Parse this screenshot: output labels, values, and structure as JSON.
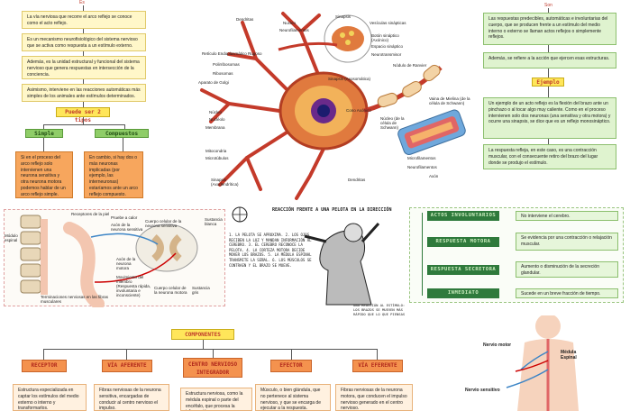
{
  "left": {
    "top_label": "Es",
    "box1": "La vía nerviosa que recorre el arco reflejo se conoce como el acto reflejo.",
    "box2": "Es un mecanismo neurofisiológico del sistema nervioso que se activa como respuesta a un estímulo externo.",
    "box3": "Además, es la unidad estructural y funcional del sistema nervioso que genera respuestas en intersección de la conciencia.",
    "box4": "Asimismo, interviene en las reacciones automáticas más simples de los animales ante estímulos determinados.",
    "types_tag": "Puede ser 2 tipos",
    "simple_tag": "Simple",
    "compuestos_tag": "Compuestos",
    "simple_text": "Si en el proceso del arco reflejo solo intervienen una neurona sensitiva y otra neurona motora podemos hablar de un arco reflejo simple.",
    "compuestos_text": "En cambio, si hay dos o más neuronas implicadas (por ejemplo, las interneuronas) estaríamos ante un arco reflejo compuesto."
  },
  "right": {
    "top_label": "Son",
    "box1": "Las respuestas predecibles, automáticas e involuntarias del cuerpo, que se producen frente a un estímulo del medio interno o externo se llaman actos reflejos o simplemente reflejos.",
    "box2": "Además, se refiere a la acción que ejercen esas estructuras.",
    "ejemplo_tag": "Ejemplo",
    "box3": "Un ejemplo de un acto reflejo es la flexión del brazo ante un pinchazo o al tocar algo muy caliente. Como en el proceso intervienen solo dos neuronas (una sensitiva y otra motora) y ocurre una sinapsis, se dice que es un reflejo monosináptico.",
    "box4": "La respuesta refleja, en este caso, es una contracción muscular, con el consecuente retiro del brazo del lugar donde se produjo el estímulo.",
    "rows": [
      {
        "tag": "ACTOS INVOLUNTARIOS",
        "text": "No interviene el cerebro."
      },
      {
        "tag": "RESPUESTA MOTORA",
        "text": "Se evidencia por una contracción o relajación muscular."
      },
      {
        "tag": "RESPUESTA SECRETORA",
        "text": "Aumento o disminución de la secreción glandular."
      },
      {
        "tag": "INMEDIATO",
        "text": "Sucede en un breve fracción de tiempo."
      }
    ]
  },
  "neuron_labels": [
    "Dendritas",
    "Nucleo",
    "Neurofilamentos",
    "Sinapsis",
    "Vesículas sinápticas",
    "Botón sináptico (Axónico)",
    "Espacio sináptico",
    "Neurotransmisor",
    "Retículo Endoplasmático Rugoso",
    "Polirribosomas",
    "Ribosomas",
    "Aparato de Golgi",
    "Nódulo de Ranvier",
    "Sinapsis (Axosomática)",
    "Vaina de Mielina (de la célula de Schwann)",
    "Núcleo",
    "Nucléolo",
    "Membrana",
    "Cono Axónico",
    "Núcleo (de la célula de Schwann)",
    "Microtúbulos",
    "Neurofilamentos",
    "Microfilamentos",
    "Mitocondria",
    "Axón",
    "Microtúbulo",
    "Sinapsis (Axodendrítica)",
    "Dendritas"
  ],
  "arc_labels": {
    "modulo": "Módulo espinal",
    "receptores": "Receptores de la piel",
    "pruebe": "Pruebe a calor",
    "axon_sens": "Axón de la neurona sensitiva",
    "cuerpo_sens": "Cuerpo celular de la neurona sensitiva",
    "sustancia_blanca": "Sustancia blanca",
    "axon_motora": "Axón de la neurona motora",
    "movimiento": "Movimiento del miembro (Respuesta rápida, involuntaria e inconsciente)",
    "cuerpo_motora": "Cuerpo celular de la neurona motora",
    "sustancia_gris": "Sustancia gris",
    "terminaciones": "Terminaciones nerviosas en las fibras musculares"
  },
  "comic": {
    "title": "REACCIÓN FRENTE A UNA PELOTA EN LA DIRECCIÓN",
    "steps": "1. LA PELOTA SE APROXIMA. 2. LOS OJOS RECIBEN LA LUZ Y MANDAN INFORMACIÓN AL CEREBRO. 3. EL CEREBRO RECONOCE LA PELOTA. 4. LA CORTEZA MOTORA DECIDE MOVER LOS BRAZOS. 5. LA MÉDULA ESPINAL TRANSMITE LA SEÑAL. 6. LOS MÚSCULOS SE CONTRAEN Y EL BRAZO SE MUEVE.",
    "note": "UNA REACCIÓN AL ESTÍMULO: LOS BRAZOS SE MUEVEN MÁS RÁPIDO QUE LO QUE PIENSAS"
  },
  "components": {
    "title": "COMPONENTES",
    "items": [
      {
        "tag": "RECEPTOR",
        "text": "Estructura especializada en captar los estímulos del medio externo o interno y transformarlos."
      },
      {
        "tag": "VÍA AFERENTE",
        "text": "Fibras nerviosas de la neurona sensitiva, encargadas de conducir al centro nervioso el impulso."
      },
      {
        "tag": "CENTRO NERVIOSO INTEGRADOR",
        "text": "Estructura nerviosa, como la médula espinal o parte del encéfalo, que procesa la información."
      },
      {
        "tag": "EFECTOR",
        "text": "Músculo, o bien glándula, que no pertenece al sistema nervioso, y que se encarga de ejecutar a la respuesta."
      },
      {
        "tag": "VÍA EFERENTE",
        "text": "Fibras nerviosas de la neurona motora, que conducen el impulso nervioso generado en el centro nervioso."
      }
    ]
  },
  "body": {
    "nervio_motor": "Nervio motor",
    "medula": "Médula Espinal",
    "nervio_sensitivo": "Nervio sensitivo"
  },
  "colors": {
    "yellow_box": "#fff7c9",
    "green_box": "#dff3cf",
    "orange_tag": "#f4924e",
    "dark_green": "#2f7a3c"
  }
}
